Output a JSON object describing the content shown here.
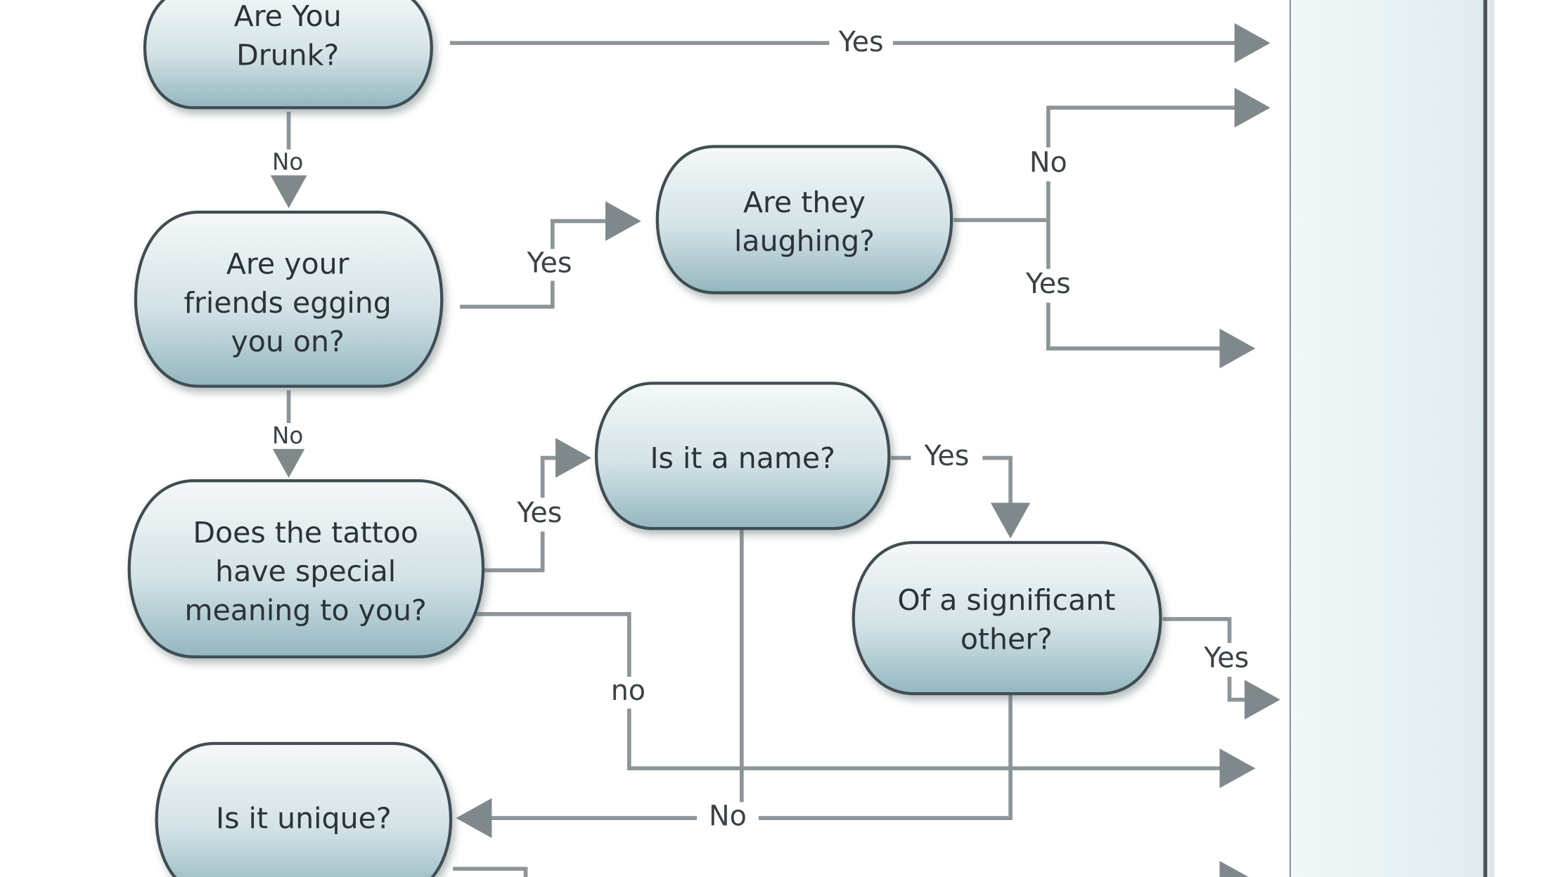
{
  "nodes": {
    "drunk": [
      "Are You",
      "Drunk?"
    ],
    "friends": [
      "Are your",
      "friends egging",
      "you on?"
    ],
    "laughing": [
      "Are they",
      "laughing?"
    ],
    "meaning": [
      "Does the tattoo",
      "have special",
      "meaning to you?"
    ],
    "name": [
      "Is it a name?"
    ],
    "significant": [
      "Of a significant",
      "other?"
    ],
    "unique": [
      "Is it unique?"
    ]
  },
  "edges": {
    "drunk_yes": "Yes",
    "drunk_no": "No",
    "friends_yes": "Yes",
    "friends_no": "No",
    "laughing_no": "No",
    "laughing_yes": "Yes",
    "meaning_yes": "Yes",
    "meaning_no": "no",
    "name_yes": "Yes",
    "significant_yes": "Yes",
    "significant_no": "No"
  },
  "colors": {
    "node_top": "#f3f7f8",
    "node_bottom": "#93b6bf",
    "edge": "#8c9597",
    "panel": "#e6f0f2"
  }
}
